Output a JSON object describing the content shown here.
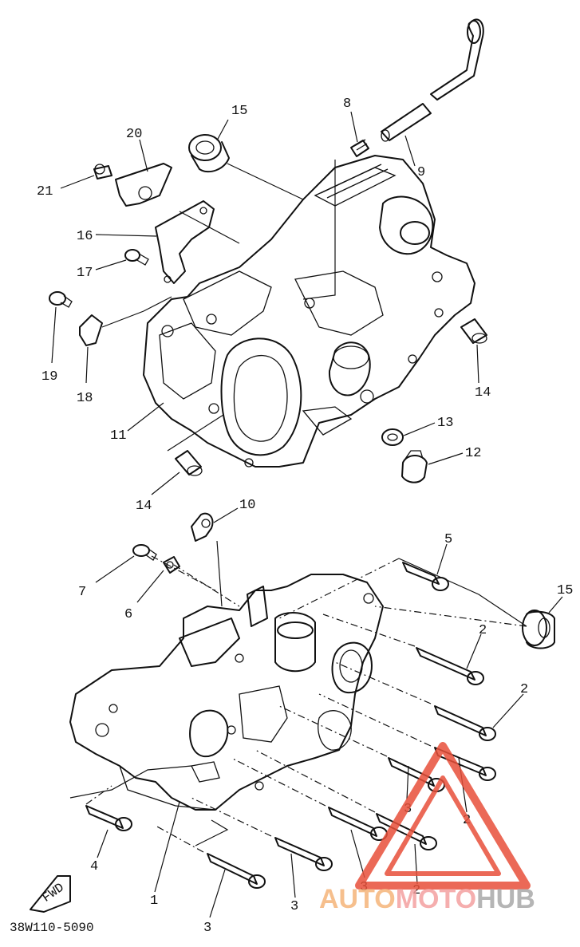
{
  "callouts": {
    "c1": "1",
    "c2a": "2",
    "c2b": "2",
    "c2c": "2",
    "c2d": "2",
    "c3a": "3",
    "c3b": "3",
    "c3c": "3",
    "c3d": "3",
    "c4": "4",
    "c5": "5",
    "c6": "6",
    "c7": "7",
    "c8": "8",
    "c9": "9",
    "c10": "10",
    "c11": "11",
    "c12": "12",
    "c13": "13",
    "c14a": "14",
    "c14b": "14",
    "c15a": "15",
    "c15b": "15",
    "c16": "16",
    "c17": "17",
    "c18": "18",
    "c19": "19",
    "c20": "20",
    "c21": "21"
  },
  "fwd_mark": "FWD",
  "diagram_code": "38W110-5090",
  "watermark": {
    "part1": "AUTO",
    "part2": "MOTO",
    "part3": "HUB",
    "colors": {
      "part1": "#f5b47a",
      "part2": "#f4a0a0",
      "part3": "#a9a9a9",
      "triangle": "#e8503a"
    }
  }
}
